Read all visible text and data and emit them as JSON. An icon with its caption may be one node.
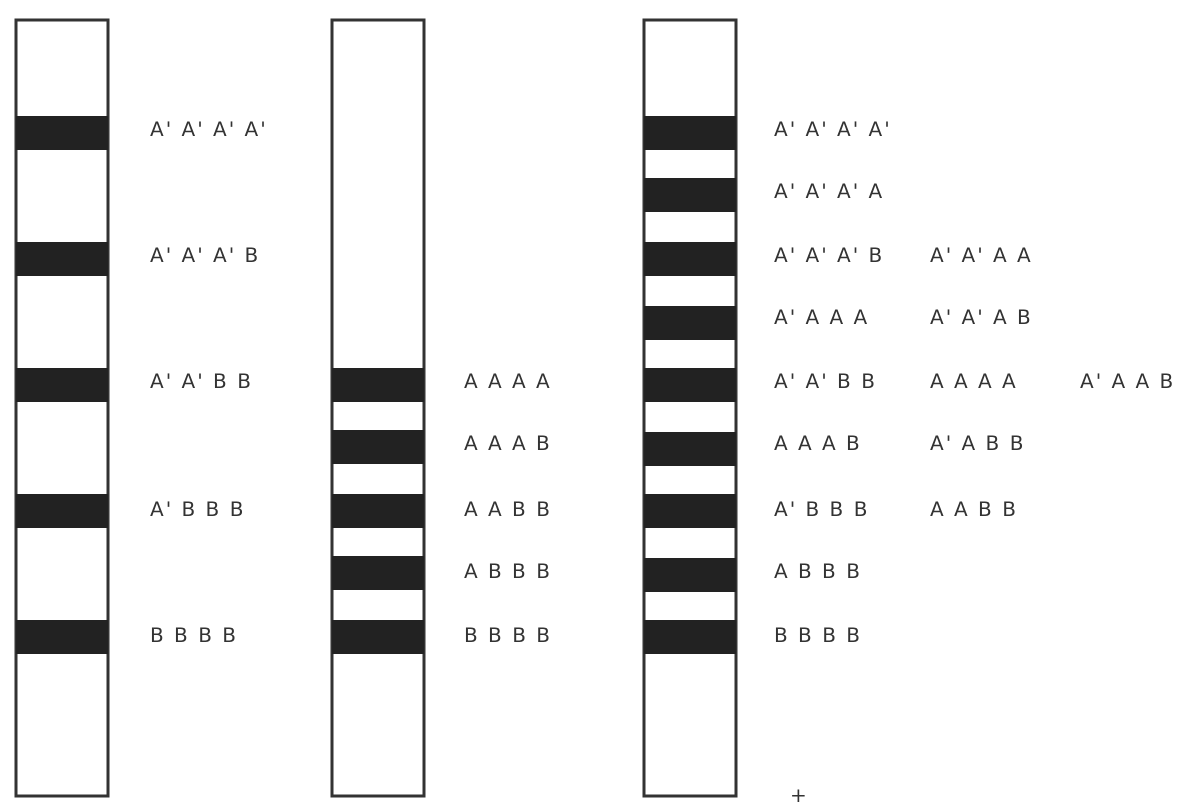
{
  "diagram": {
    "labels": [
      "A' A' A' A'",
      "A' A' A' A'",
      "A' A' A' A",
      "A' A' A' B",
      "A' A' A' B",
      "A' A' A A",
      "A' A A A",
      "A' A' A B",
      "A' A' B B",
      "A A A A",
      "A' A' B B",
      "A A A A",
      "A' A A B",
      "A A A B",
      "A A A B",
      "A' A B B",
      "A' B B B",
      "A A B B",
      "A' B B B",
      "A A B B",
      "A B B B",
      "A B B B",
      "B B B B",
      "B B B B",
      "B B B B",
      "+"
    ]
  }
}
